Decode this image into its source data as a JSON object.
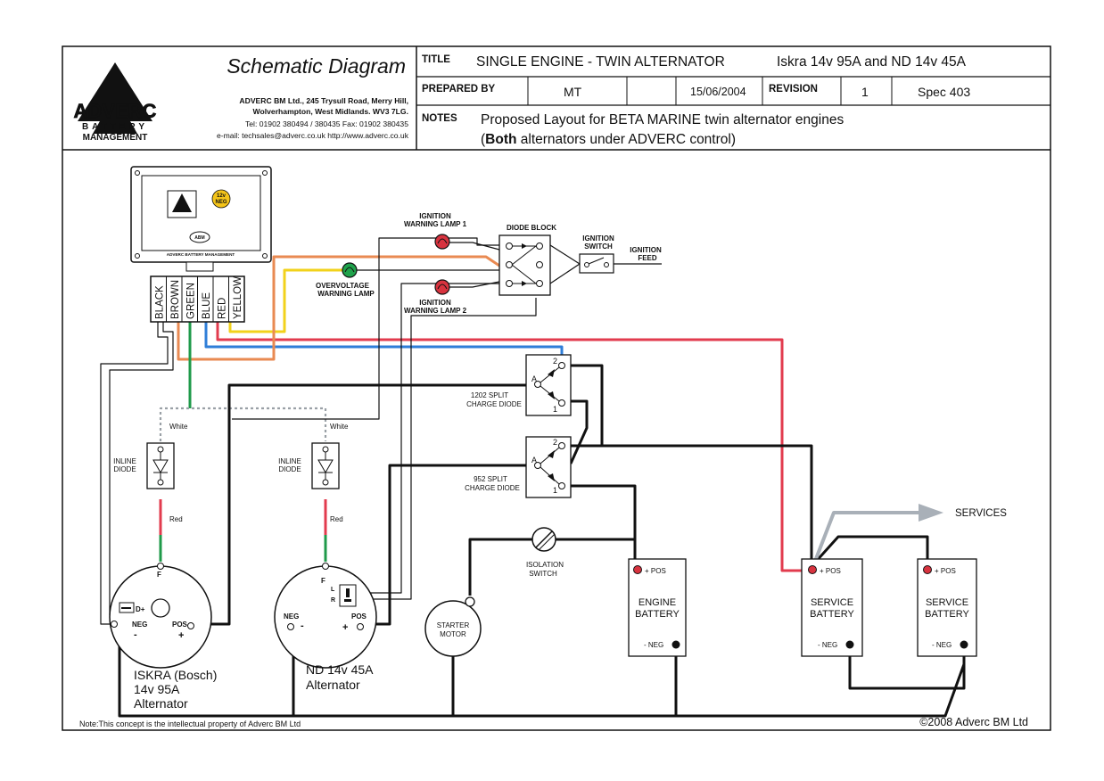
{
  "header": {
    "logo_word": "ADVERC",
    "logo_sub1": "BATTERY",
    "logo_sub2": "MANAGEMENT",
    "diagram_heading": "Schematic Diagram",
    "company_line1": "ADVERC BM Ltd., 245 Trysull Road, Merry Hill,",
    "company_line2": "Wolverhampton, West Midlands. WV3 7LG.",
    "company_line3": "Tel: 01902 380494 / 380435   Fax: 01902 380435",
    "company_line4": "e-mail: techsales@adverc.co.uk   http://www.adverc.co.uk",
    "title_label": "TITLE",
    "title_value": "SINGLE ENGINE - TWIN ALTERNATOR",
    "title_models": "Iskra 14v 95A and ND 14v 45A",
    "prepared_label": "PREPARED BY",
    "prepared_value": "MT",
    "date_value": "15/06/2004",
    "revision_label": "REVISION",
    "revision_value": "1",
    "spec_value": "Spec 403",
    "notes_label": "NOTES",
    "notes_line1": "Proposed Layout for BETA MARINE twin alternator engines",
    "notes_line2_bold": "Both",
    "notes_line2_rest": "alternators under ADVERC control)",
    "notes_line2_open": "("
  },
  "controller": {
    "name": "ADVERC BATTERY MANAGEMENT",
    "badge": "ABM",
    "sticker_top": "12v",
    "sticker_bottom": "NEG"
  },
  "terminals": [
    "BLACK",
    "BROWN",
    "GREEN",
    "BLUE",
    "RED",
    "YELLOW"
  ],
  "labels": {
    "ign_lamp1_l1": "IGNITION",
    "ign_lamp1_l2": "WARNING LAMP 1",
    "diode_block": "DIODE BLOCK",
    "ign_switch_l1": "IGNITION",
    "ign_switch_l2": "SWITCH",
    "ign_feed_l1": "IGNITION",
    "ign_feed_l2": "FEED",
    "overvolt_l1": "OVERVOLTAGE",
    "overvolt_l2": "WARNING LAMP",
    "ign_lamp2_l1": "IGNITION",
    "ign_lamp2_l2": "WARNING LAMP 2",
    "split1202_l1": "1202 SPLIT",
    "split1202_l2": "CHARGE DIODE",
    "split952_l1": "952 SPLIT",
    "split952_l2": "CHARGE DIODE",
    "pin_a": "A",
    "pin_1": "1",
    "pin_2": "2",
    "white": "White",
    "red": "Red",
    "inline_l1": "INLINE",
    "inline_l2": "DIODE",
    "services": "SERVICES",
    "isolation_l1": "ISOLATION",
    "isolation_l2": "SWITCH",
    "starter_l1": "STARTER",
    "starter_l2": "MOTOR",
    "pos": "+ POS",
    "neg": "- NEG",
    "engine_batt_l1": "ENGINE",
    "engine_batt_l2": "BATTERY",
    "service_batt_l1": "SERVICE",
    "service_batt_l2": "BATTERY",
    "alt_f": "F",
    "alt_dplus": "D+",
    "alt_neg": "NEG",
    "alt_pos": "POS",
    "alt_minus": "-",
    "alt_plus": "+",
    "alt_l": "L",
    "alt_r": "R",
    "iskra_l1": "ISKRA (Bosch)",
    "iskra_l2": "14v 95A",
    "iskra_l3": "Alternator",
    "nd_l1": "ND 14v 45A",
    "nd_l2": "Alternator"
  },
  "footer": {
    "note": "Note:This concept is the intellectual property of Adverc BM Ltd",
    "copyright": "©2008 Adverc BM Ltd"
  },
  "colors": {
    "red_wire": "#e23b4e",
    "blue_wire": "#2f7ed8",
    "yellow_wire": "#f2d21b",
    "orange_wire": "#e98a52",
    "green_wire": "#1f9a4a",
    "grey_arrow": "#a9b0b8",
    "lamp_red": "#d8333f",
    "lamp_green": "#1fa24b",
    "sticker_yellow": "#f4c419"
  }
}
